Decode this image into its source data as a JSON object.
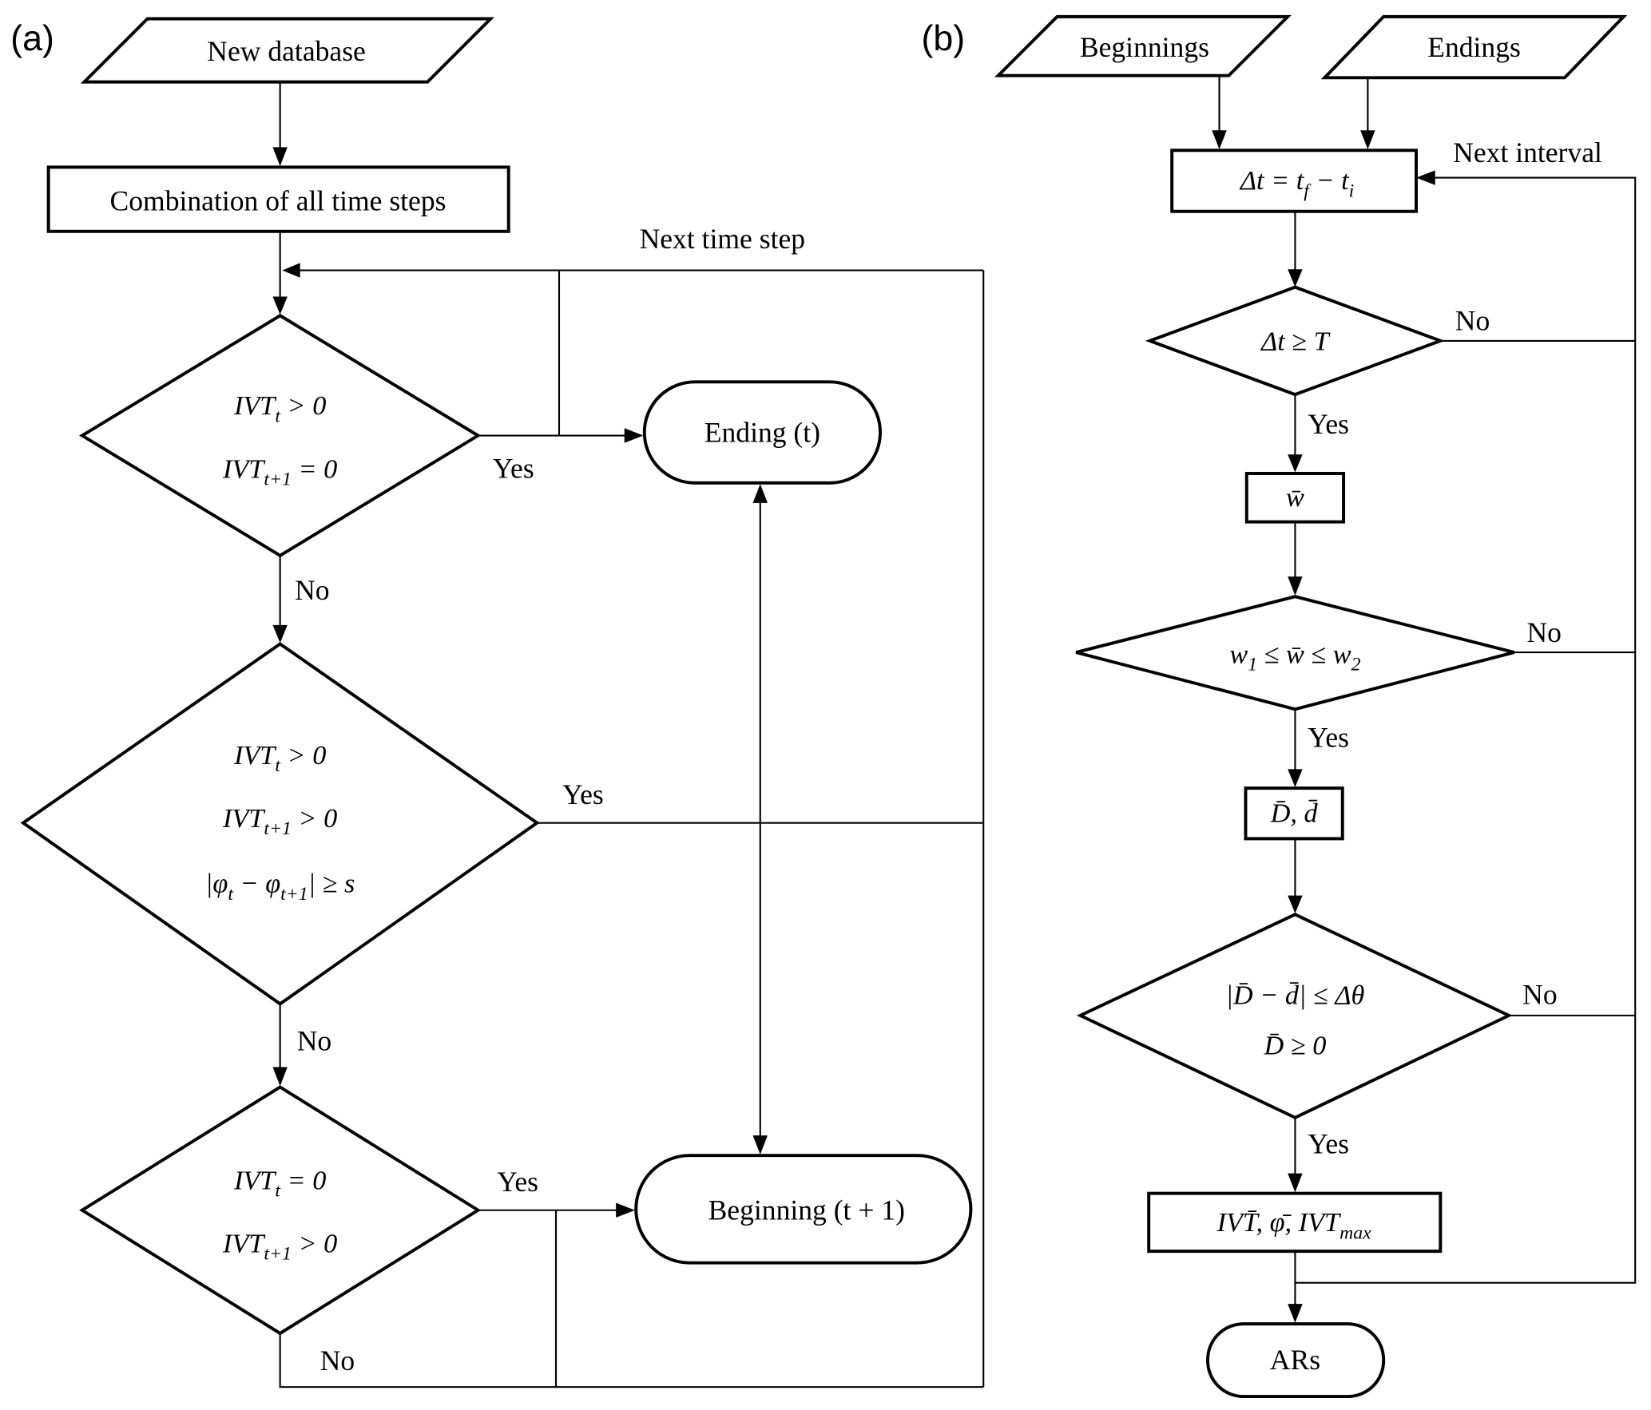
{
  "panel_a": {
    "label": "(a)",
    "input": "New database",
    "process": "Combination of all time steps",
    "loop_label": "Next time step",
    "decision1": {
      "line1": "IVT_t > 0",
      "line2": "IVT_{t+1} = 0",
      "yes": "Yes",
      "no": "No"
    },
    "decision2": {
      "line1": "IVT_t > 0",
      "line2": "IVT_{t+1} > 0",
      "line3": "|φ_t − φ_{t+1}| ≥ s",
      "yes": "Yes",
      "no": "No"
    },
    "decision3": {
      "line1": "IVT_t = 0",
      "line2": "IVT_{t+1} > 0",
      "yes": "Yes",
      "no": "No"
    },
    "terminal_ending": "Ending (t)",
    "terminal_beginning": "Beginning (t + 1)"
  },
  "panel_b": {
    "label": "(b)",
    "input_beginnings": "Beginnings",
    "input_endings": "Endings",
    "loop_label": "Next interval",
    "process_dt": "Δt = t_f − t_i",
    "decision_dt": {
      "text": "Δt ≥ T",
      "yes": "Yes",
      "no": "No"
    },
    "process_w": "w̄",
    "decision_w": {
      "text": "w_1 ≤ w̄ ≤ w_2",
      "yes": "Yes",
      "no": "No"
    },
    "process_Dd": "D̄, d̄",
    "decision_Dd": {
      "line1": "|D̄ − d̄| ≤ Δθ",
      "line2": "D̄ ≥ 0",
      "yes": "Yes",
      "no": "No"
    },
    "process_out": "IVT̄, φ̄, IVT_max",
    "terminal": "ARs"
  }
}
